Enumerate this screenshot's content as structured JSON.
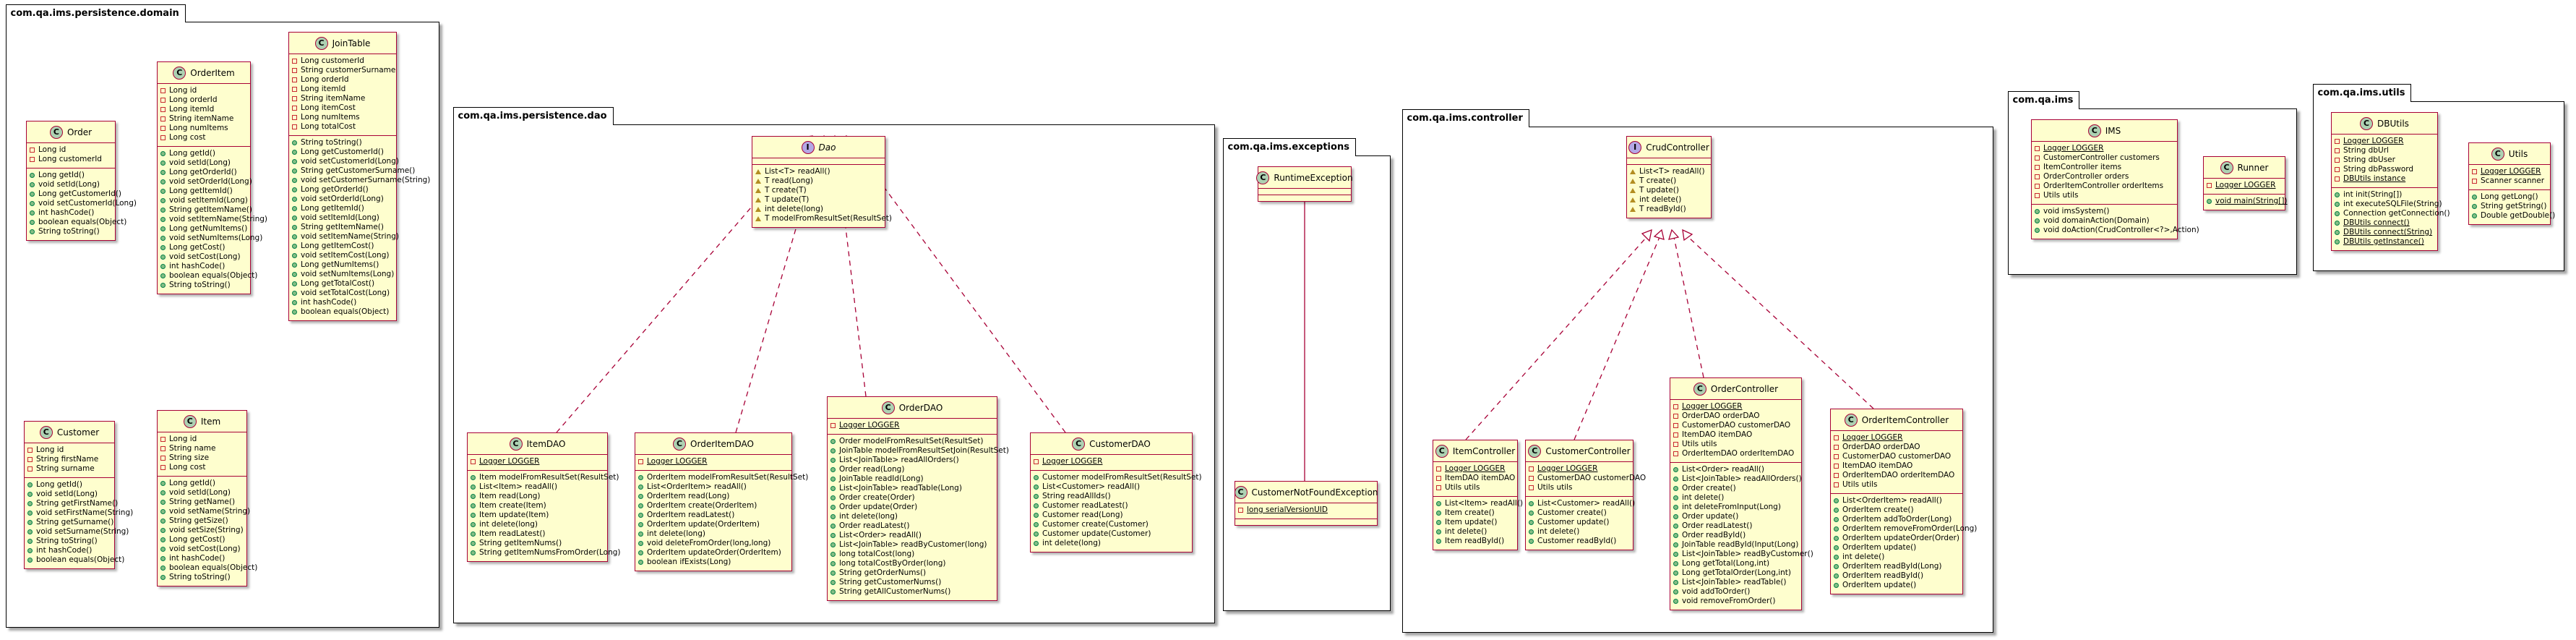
{
  "packages": {
    "domain": {
      "name": "com.qa.ims.persistence.domain",
      "classes": {
        "order": {
          "badge": "C",
          "name": "Order",
          "fields": [
            "Long id",
            "Long customerId"
          ],
          "methods": [
            "Long getId()",
            "void setId(Long)",
            "Long getCustomerId()",
            "void setCustomerId(Long)",
            "int hashCode()",
            "boolean equals(Object)",
            "String toString()"
          ]
        },
        "orderitem": {
          "badge": "C",
          "name": "OrderItem",
          "fields": [
            "Long id",
            "Long orderId",
            "Long itemId",
            "String itemName",
            "Long numItems",
            "Long cost"
          ],
          "methods": [
            "Long getId()",
            "void setId(Long)",
            "Long getOrderId()",
            "void setOrderId(Long)",
            "Long getItemId()",
            "void setItemId(Long)",
            "String getItemName()",
            "void setItemName(String)",
            "Long getNumItems()",
            "void setNumItems(Long)",
            "Long getCost()",
            "void setCost(Long)",
            "int hashCode()",
            "boolean equals(Object)",
            "String toString()"
          ]
        },
        "jointable": {
          "badge": "C",
          "name": "JoinTable",
          "fields": [
            "Long customerId",
            "String customerSurname",
            "Long orderId",
            "Long itemId",
            "String itemName",
            "Long itemCost",
            "Long numItems",
            "Long totalCost"
          ],
          "methods": [
            "String toString()",
            "Long getCustomerId()",
            "void setCustomerId(Long)",
            "String getCustomerSurname()",
            "void setCustomerSurname(String)",
            "Long getOrderId()",
            "void setOrderId(Long)",
            "Long getItemId()",
            "void setItemId(Long)",
            "String getItemName()",
            "void setItemName(String)",
            "Long getItemCost()",
            "void setItemCost(Long)",
            "Long getNumItems()",
            "void setNumItems(Long)",
            "Long getTotalCost()",
            "void setTotalCost(Long)",
            "int hashCode()",
            "boolean equals(Object)"
          ]
        },
        "customer": {
          "badge": "C",
          "name": "Customer",
          "fields": [
            "Long id",
            "String firstName",
            "String surname"
          ],
          "methods": [
            "Long getId()",
            "void setId(Long)",
            "String getFirstName()",
            "void setFirstName(String)",
            "String getSurname()",
            "void setSurname(String)",
            "String toString()",
            "int hashCode()",
            "boolean equals(Object)"
          ]
        },
        "item": {
          "badge": "C",
          "name": "Item",
          "fields": [
            "Long id",
            "String name",
            "String size",
            "Long cost"
          ],
          "methods": [
            "Long getId()",
            "void setId(Long)",
            "String getName()",
            "void setName(String)",
            "String getSize()",
            "void setSize(String)",
            "Long getCost()",
            "void setCost(Long)",
            "int hashCode()",
            "boolean equals(Object)",
            "String toString()"
          ]
        }
      }
    },
    "dao": {
      "name": "com.qa.ims.persistence.dao",
      "classes": {
        "dao": {
          "badge": "I",
          "name": "Dao",
          "abstract": true,
          "fields": [],
          "methods": [
            "List<T> readAll()",
            "T read(Long)",
            "T create(T)",
            "T update(T)",
            "int delete(long)",
            "T modelFromResultSet(ResultSet)"
          ]
        },
        "itemdao": {
          "badge": "C",
          "name": "ItemDAO",
          "fields": [
            "Logger LOGGER"
          ],
          "methods": [
            "Item modelFromResultSet(ResultSet)",
            "List<Item> readAll()",
            "Item read(Long)",
            "Item create(Item)",
            "Item update(Item)",
            "int delete(long)",
            "Item readLatest()",
            "String getItemNums()",
            "String getItemNumsFromOrder(Long)"
          ]
        },
        "orderitemdao": {
          "badge": "C",
          "name": "OrderItemDAO",
          "fields": [
            "Logger LOGGER"
          ],
          "methods": [
            "OrderItem modelFromResultSet(ResultSet)",
            "List<OrderItem> readAll()",
            "OrderItem read(Long)",
            "OrderItem create(OrderItem)",
            "OrderItem readLatest()",
            "OrderItem update(OrderItem)",
            "int delete(long)",
            "void deleteFromOrder(long,long)",
            "OrderItem updateOrder(OrderItem)",
            "boolean ifExists(Long)"
          ]
        },
        "orderdao": {
          "badge": "C",
          "name": "OrderDAO",
          "fields": [
            "Logger LOGGER"
          ],
          "methods": [
            "Order modelFromResultSet(ResultSet)",
            "JoinTable modelFromResultSetJoin(ResultSet)",
            "List<JoinTable> readAllOrders()",
            "Order read(Long)",
            "JoinTable readId(Long)",
            "List<JoinTable> readTable(Long)",
            "Order create(Order)",
            "Order update(Order)",
            "int delete(long)",
            "Order readLatest()",
            "List<Order> readAll()",
            "List<JoinTable> readByCustomer(long)",
            "long totalCost(long)",
            "long totalCostByOrder(long)",
            "String getOrderNums()",
            "String getCustomerNums()",
            "String getAllCustomerNums()"
          ]
        },
        "customerdao": {
          "badge": "C",
          "name": "CustomerDAO",
          "fields": [
            "Logger LOGGER"
          ],
          "methods": [
            "Customer modelFromResultSet(ResultSet)",
            "List<Customer> readAll()",
            "String readAllIds()",
            "Customer readLatest()",
            "Customer read(Long)",
            "Customer create(Customer)",
            "Customer update(Customer)",
            "int delete(long)"
          ]
        }
      }
    },
    "exceptions": {
      "name": "com.qa.ims.exceptions",
      "classes": {
        "runtime": {
          "badge": "C",
          "name": "RuntimeException",
          "fields": [],
          "methods": []
        },
        "cnfe": {
          "badge": "C",
          "name": "CustomerNotFoundException",
          "fields": [
            "long serialVersionUID"
          ],
          "methods": []
        }
      }
    },
    "controller": {
      "name": "com.qa.ims.controller",
      "classes": {
        "crud": {
          "badge": "I",
          "name": "CrudController",
          "abstract": false,
          "fields": [],
          "methods": [
            "List<T> readAll()",
            "T create()",
            "T update()",
            "int delete()",
            "T readById()"
          ]
        },
        "itemcontroller": {
          "badge": "C",
          "name": "ItemController",
          "fields": [
            "Logger LOGGER",
            "ItemDAO itemDAO",
            "Utils utils"
          ],
          "methods": [
            "List<Item> readAll()",
            "Item create()",
            "Item update()",
            "int delete()",
            "Item readById()"
          ]
        },
        "customercontroller": {
          "badge": "C",
          "name": "CustomerController",
          "fields": [
            "Logger LOGGER",
            "CustomerDAO customerDAO",
            "Utils utils"
          ],
          "methods": [
            "List<Customer> readAll()",
            "Customer create()",
            "Customer update()",
            "int delete()",
            "Customer readById()"
          ]
        },
        "ordercontroller": {
          "badge": "C",
          "name": "OrderController",
          "fields": [
            "Logger LOGGER",
            "OrderDAO orderDAO",
            "CustomerDAO customerDAO",
            "ItemDAO itemDAO",
            "Utils utils",
            "OrderItemDAO orderItemDAO"
          ],
          "methods": [
            "List<Order> readAll()",
            "List<JoinTable> readAllOrders()",
            "Order create()",
            "int delete()",
            "int deleteFromInput(Long)",
            "Order update()",
            "Order readLatest()",
            "Order readById()",
            "JoinTable readById(Input(Long)",
            "List<JoinTable> readByCustomer()",
            "Long getTotal(Long,int)",
            "Long getTotalOrder(Long,int)",
            "List<JoinTable> readTable()",
            "void addToOrder()",
            "void removeFromOrder()"
          ]
        },
        "orderitemcontroller": {
          "badge": "C",
          "name": "OrderItemController",
          "fields": [
            "Logger LOGGER",
            "OrderDAO orderDAO",
            "CustomerDAO customerDAO",
            "ItemDAO itemDAO",
            "OrderItemDAO orderItemDAO",
            "Utils utils"
          ],
          "methods": [
            "List<OrderItem> readAll()",
            "OrderItem create()",
            "OrderItem addToOrder(Long)",
            "OrderItem removeFromOrder(Long)",
            "OrderItem updateOrder(Order)",
            "OrderItem update()",
            "int delete()",
            "OrderItem readById(Long)",
            "OrderItem readById()",
            "OrderItem update()"
          ]
        }
      }
    },
    "ims": {
      "name": "com.qa.ims",
      "classes": {
        "ims": {
          "badge": "C",
          "name": "IMS",
          "fields": [
            "Logger LOGGER",
            "CustomerController customers",
            "ItemController items",
            "OrderController orders",
            "OrderItemController orderItems",
            "Utils utils"
          ],
          "methods": [
            "void imsSystem()",
            "void domainAction(Domain)",
            "void doAction(CrudController<?>,Action)"
          ]
        },
        "runner": {
          "badge": "C",
          "name": "Runner",
          "fields": [
            "Logger LOGGER"
          ],
          "methods": [
            "void main(String[])"
          ]
        }
      }
    },
    "utils": {
      "name": "com.qa.ims.utils",
      "classes": {
        "dbutils": {
          "badge": "C",
          "name": "DBUtils",
          "fields": [
            "Logger LOGGER",
            "String dbUrl",
            "String dbUser",
            "String dbPassword",
            "DBUtils instance"
          ],
          "methods": [
            "int init(String[])",
            "int executeSQLFile(String)",
            "Connection getConnection()",
            "DBUtils connect()",
            "DBUtils connect(String)",
            "DBUtils getInstance()"
          ]
        },
        "utilsclass": {
          "badge": "C",
          "name": "Utils",
          "fields": [
            "Logger LOGGER",
            "Scanner scanner"
          ],
          "methods": [
            "Long getLong()",
            "String getString()",
            "Double getDouble()"
          ]
        }
      }
    }
  }
}
